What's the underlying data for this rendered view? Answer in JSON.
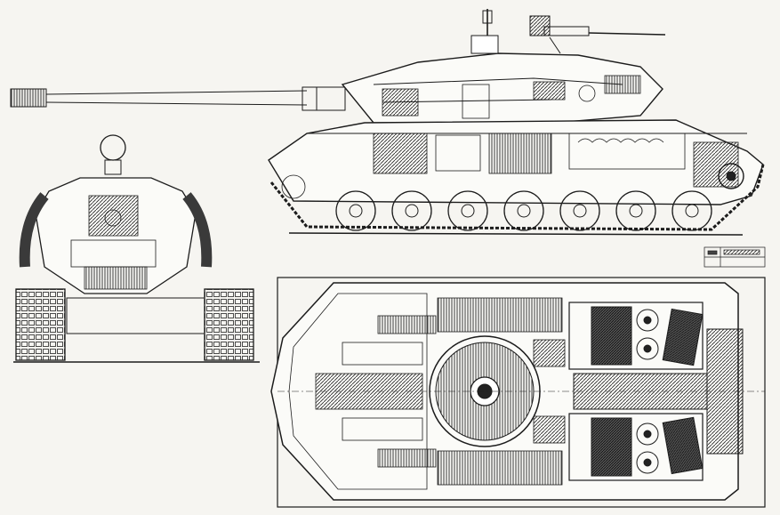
{
  "drawing": {
    "views": [
      "side-view",
      "front-view",
      "top-view"
    ],
    "signatures": [
      "",
      ""
    ],
    "colors": {
      "paper": "#f6f5f1",
      "ink": "#1c1c1c",
      "shade": "#3a3a3a"
    }
  }
}
